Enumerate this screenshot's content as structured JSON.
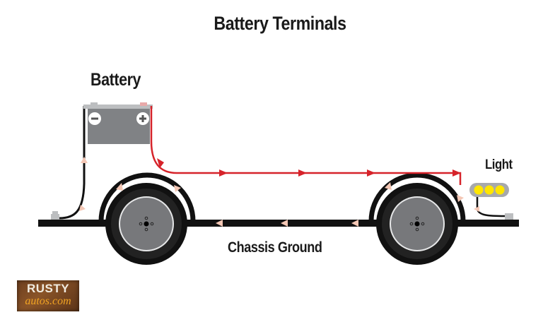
{
  "title": "Battery Terminals",
  "labels": {
    "battery": "Battery",
    "light": "Light",
    "chassis_ground": "Chassis Ground"
  },
  "battery": {
    "negative_symbol": "−",
    "positive_symbol": "+"
  },
  "logo": {
    "top": "RUSTY",
    "bottom": "autos.com"
  },
  "colors": {
    "positive_wire": "#d6232a",
    "ground_wire": "#111111",
    "current_arrow_ground": "#f4c7b5",
    "battery_body": "#808285",
    "light_bulb": "#ffe600",
    "light_housing": "#a7a9ac",
    "wheel_rim": "#77787b",
    "chassis": "#111111"
  },
  "light": {
    "bulb_count": 3
  }
}
